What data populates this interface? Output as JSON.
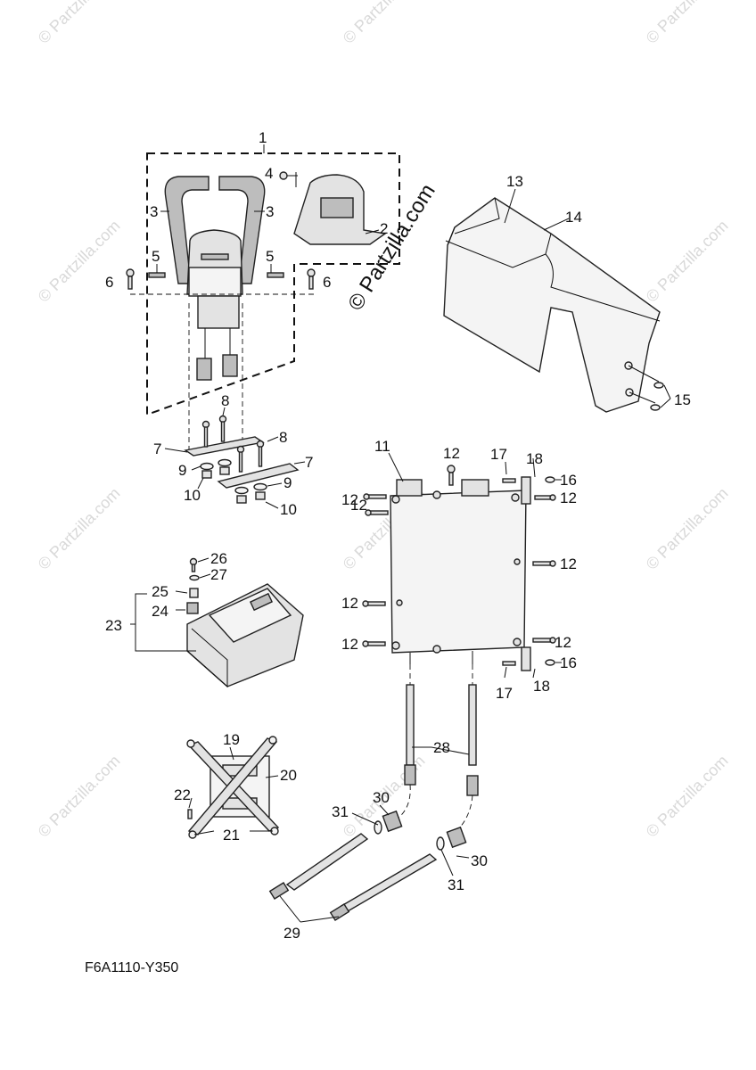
{
  "diagram_code": "F6A1110-Y350",
  "watermark_main": "© Partzilla.com",
  "watermark_faint": "© Partzilla.com",
  "callouts": {
    "c1": "1",
    "c2": "2",
    "c3a": "3",
    "c3b": "3",
    "c4": "4",
    "c5a": "5",
    "c5b": "5",
    "c6a": "6",
    "c6b": "6",
    "c7a": "7",
    "c7b": "7",
    "c8a": "8",
    "c8b": "8",
    "c9a": "9",
    "c9b": "9",
    "c10a": "10",
    "c10b": "10",
    "c11": "11",
    "c12a": "12",
    "c12b": "12",
    "c12c": "12",
    "c12d": "12",
    "c12e": "12",
    "c12f": "12",
    "c12g": "12",
    "c12h": "12",
    "c13": "13",
    "c14": "14",
    "c15": "15",
    "c16a": "16",
    "c16b": "16",
    "c17a": "17",
    "c17b": "17",
    "c18a": "18",
    "c18b": "18",
    "c19": "19",
    "c20": "20",
    "c21": "21",
    "c22": "22",
    "c23": "23",
    "c24": "24",
    "c25": "25",
    "c26": "26",
    "c27": "27",
    "c28": "28",
    "c29": "29",
    "c30a": "30",
    "c30b": "30",
    "c31a": "31",
    "c31b": "31"
  }
}
